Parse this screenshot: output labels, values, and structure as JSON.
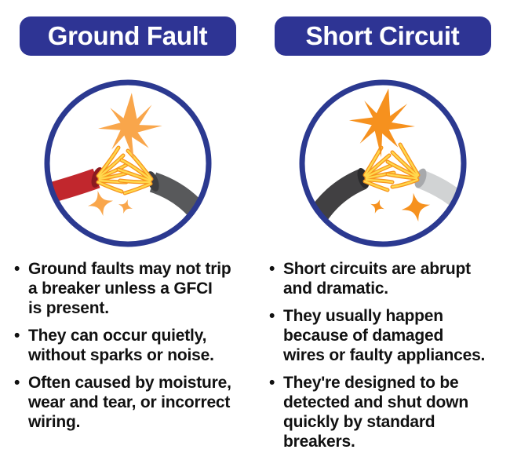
{
  "colors": {
    "header_bg": "#2E3494",
    "header_text": "#FFFFFF",
    "ring_blue": "#2B3990",
    "spark_light": "#F9A64B",
    "spark_deep": "#F6911E",
    "strand_yellow": "#FFD84D",
    "strand_outline": "#F7941D",
    "wire_red": "#C1272D",
    "wire_red_cap": "#8B1A20",
    "wire_dark_gray": "#58595B",
    "wire_dark_gray_cap": "#3E3E40",
    "wire_black": "#414042",
    "wire_black_cap": "#2B2B2D",
    "wire_light_gray": "#D1D3D4",
    "wire_light_gray_cap": "#A7A9AC",
    "body_text": "#111111",
    "background": "#FFFFFF"
  },
  "columns": [
    {
      "title": "Ground Fault",
      "illustration_name": "red-and-gray-frayed-wires-sparking",
      "bullets": [
        "Ground faults may not trip\na breaker unless a GFCI\nis present.",
        "They can occur quietly,\nwithout sparks or noise.",
        "Often caused by moisture,\nwear and tear, or incorrect\nwiring."
      ]
    },
    {
      "title": "Short Circuit",
      "illustration_name": "black-and-white-frayed-wires-sparking",
      "bullets": [
        "Short circuits are abrupt\nand dramatic.",
        "They usually happen\nbecause of damaged\nwires or faulty appliances.",
        "They're designed to be\ndetected and shut down\nquickly by standard\nbreakers."
      ]
    }
  ]
}
